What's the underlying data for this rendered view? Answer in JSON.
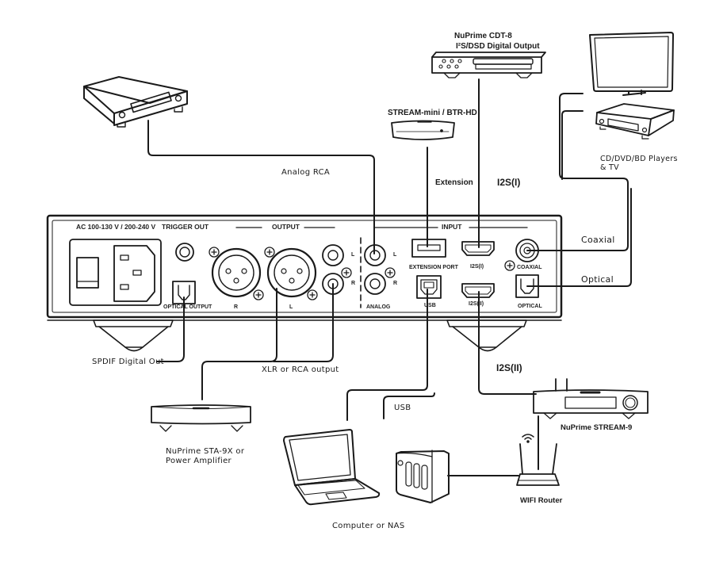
{
  "panel": {
    "power_label": "AC 100-130 V / 200-240 V",
    "trigger_label": "TRIGGER OUT",
    "output_label": "OUTPUT",
    "input_label": "INPUT",
    "optical_output_label": "OPTICAL OUTPUT",
    "xlr_r_label": "R",
    "xlr_l_label": "L",
    "rca_out_l": "L",
    "rca_out_r": "R",
    "analog_l": "L",
    "analog_r": "R",
    "analog_label": "ANALOG",
    "extension_port_label": "EXTENSION PORT",
    "usb_label": "USB",
    "i2s1_label": "I2S(I)",
    "i2s2_label": "I2S(II)",
    "coaxial_label": "COAXIAL",
    "optical_label": "OPTICAL"
  },
  "devices": {
    "cdt8_name": "NuPrime CDT-8",
    "cdt8_desc": "I²S/DSD Digital Output",
    "stream_mini": "STREAM-mini / BTR-HD",
    "players_line1": "CD/DVD/BD Players",
    "players_line2": "& TV",
    "sta9x_line1": "NuPrime STA-9X or",
    "sta9x_line2": "Power Amplifier",
    "stream9": "NuPrime STREAM-9",
    "router": "WIFI Router",
    "computer_nas": "Computer or NAS"
  },
  "connections": {
    "analog_rca": "Analog RCA",
    "extension": "Extension",
    "i2s1": "I2S(I)",
    "i2s2": "I2S(II)",
    "coaxial": "Coaxial",
    "optical": "Optical",
    "spdif": "SPDIF Digital Out",
    "xlr_rca": "XLR or RCA output",
    "usb": "USB"
  }
}
